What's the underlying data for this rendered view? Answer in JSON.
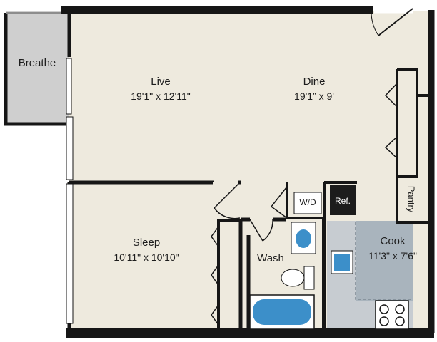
{
  "plan": {
    "rooms": {
      "breathe": {
        "name": "Breathe"
      },
      "live": {
        "name": "Live",
        "dims": "19'1\" x 12'11\""
      },
      "dine": {
        "name": "Dine",
        "dims": "19'1” x 9'"
      },
      "sleep": {
        "name": "Sleep",
        "dims": "10'11\" x 10'10\""
      },
      "wash": {
        "name": "Wash"
      },
      "cook": {
        "name": "Cook",
        "dims": "11'3\" x 7'6\""
      },
      "pantry": {
        "name": "Pantry"
      }
    },
    "fixtures": {
      "washer_dryer": "W/D",
      "refrigerator": "Ref."
    },
    "colors": {
      "floor": "#eeeade",
      "wall": "#161616",
      "balcony": "#cfcfcf",
      "kitchen_floor": "#a9b4bd",
      "counter": "#c7ccd1",
      "fixture_blue": "#3c8fc9"
    }
  }
}
